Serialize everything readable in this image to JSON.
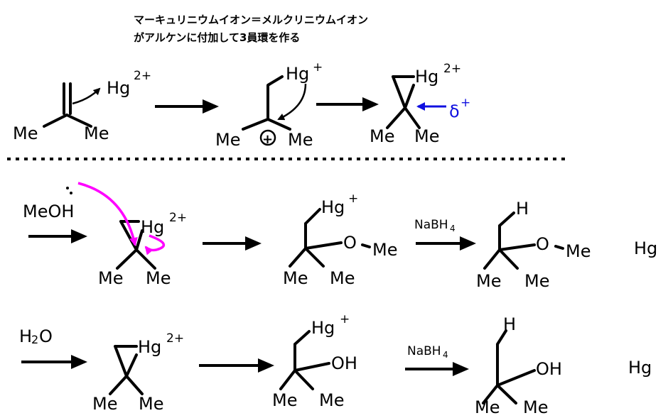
{
  "title_line1": "マーキュリニウムイオン＝メルクリニウムイオン",
  "title_line2": "がアルケンに付加して3員環を作る",
  "labels": {
    "me": "Me",
    "hg": "Hg",
    "h": "H",
    "o": "O",
    "oh": "OH",
    "plus_circle": "+",
    "delta": "δ",
    "plus": "+",
    "two_plus": "2+"
  },
  "reagents": {
    "meoh": "MeOH",
    "h2o_h": "H",
    "h2o_2": "2",
    "h2o_o": "O",
    "nabh4": "NaBH",
    "nabh4_sub": "4"
  },
  "colors": {
    "blue_arrow": "#1010e0",
    "magenta_arrow": "#ff00ff"
  }
}
